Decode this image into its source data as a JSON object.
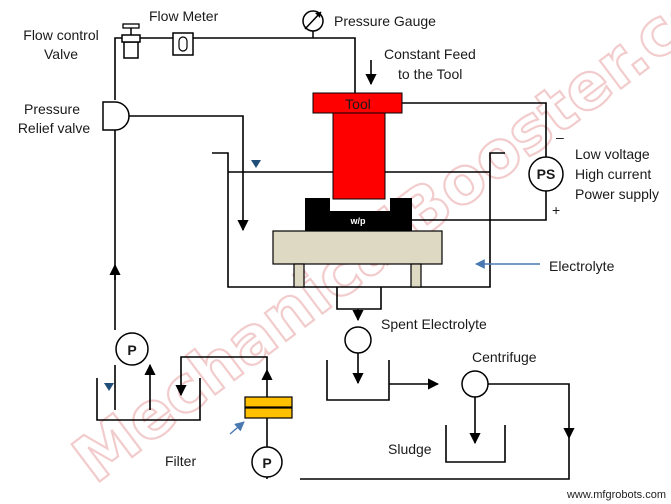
{
  "labels": {
    "flow_control_valve_1": "Flow control",
    "flow_control_valve_2": "Valve",
    "flow_meter": "Flow Meter",
    "pressure_gauge": "Pressure Gauge",
    "constant_feed_1": "Constant Feed",
    "constant_feed_2": "to the Tool",
    "pressure_relief_1": "Pressure",
    "pressure_relief_2": "Relief valve",
    "tool": "Tool",
    "workpiece": "w/p",
    "power_supply_symbol": "PS",
    "power_supply_1": "Low voltage",
    "power_supply_2": "High current",
    "power_supply_3": "Power supply",
    "minus_sign": "–",
    "plus_sign": "+",
    "electrolyte": "Electrolyte",
    "spent_electrolyte": "Spent Electrolyte",
    "centrifuge": "Centrifuge",
    "sludge": "Sludge",
    "filter": "Filter",
    "pump_symbol_1": "P",
    "pump_symbol_2": "P"
  },
  "watermark": "MechanicalBooster.com",
  "footer": "www.mfgrobots.com",
  "colors": {
    "tool": "#ff0000",
    "workpiece": "#000000",
    "fixture": "#ddd9c3",
    "filter": "#ffc000",
    "watermark": "#e8a4a4"
  }
}
